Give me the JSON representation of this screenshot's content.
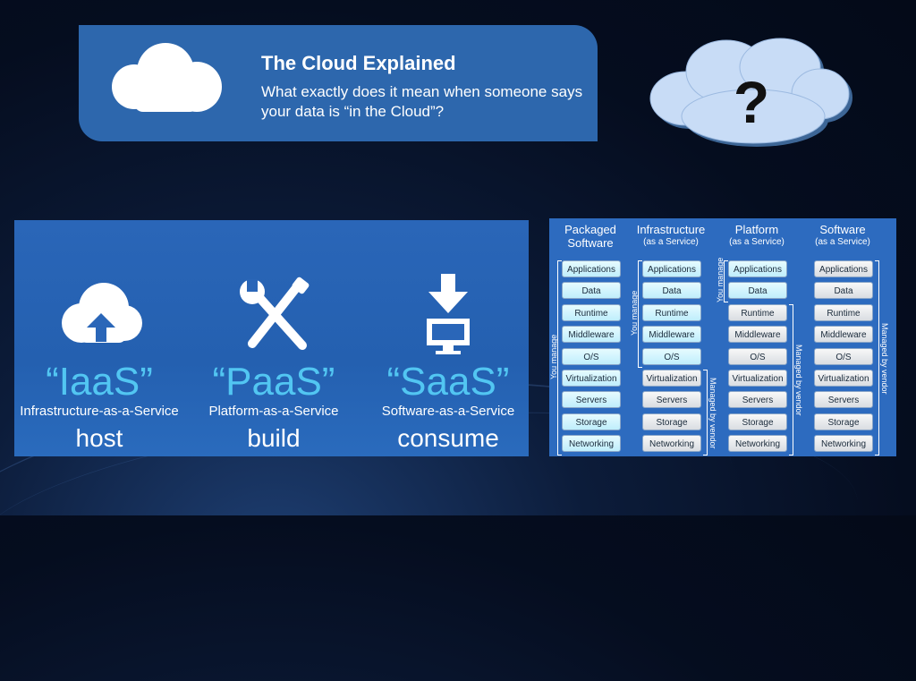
{
  "banner": {
    "title": "The Cloud Explained",
    "subtitle": "What exactly does it mean when someone says your data is “in the Cloud”?"
  },
  "question_mark": "?",
  "services": [
    {
      "quote": "“IaaS”",
      "name": "Infrastructure-as-a-Service",
      "verb": "host",
      "icon": "cloud-upload-icon"
    },
    {
      "quote": "“PaaS”",
      "name": "Platform-as-a-Service",
      "verb": "build",
      "icon": "wrench-screwdriver-icon"
    },
    {
      "quote": "“SaaS”",
      "name": "Software-as-a-Service",
      "verb": "consume",
      "icon": "download-monitor-icon"
    }
  ],
  "stack": {
    "columns": [
      {
        "title": "Packaged Software",
        "sub": ""
      },
      {
        "title": "Infrastructure",
        "sub": "(as a Service)"
      },
      {
        "title": "Platform",
        "sub": "(as a Service)"
      },
      {
        "title": "Software",
        "sub": "(as a Service)"
      }
    ],
    "layers": [
      "Applications",
      "Data",
      "Runtime",
      "Middleware",
      "O/S",
      "Virtualization",
      "Servers",
      "Storage",
      "Networking"
    ],
    "you_manage_counts": [
      9,
      5,
      2,
      0
    ],
    "you_manage_label": "You manage",
    "vendor_label": "Managed by vendor"
  }
}
